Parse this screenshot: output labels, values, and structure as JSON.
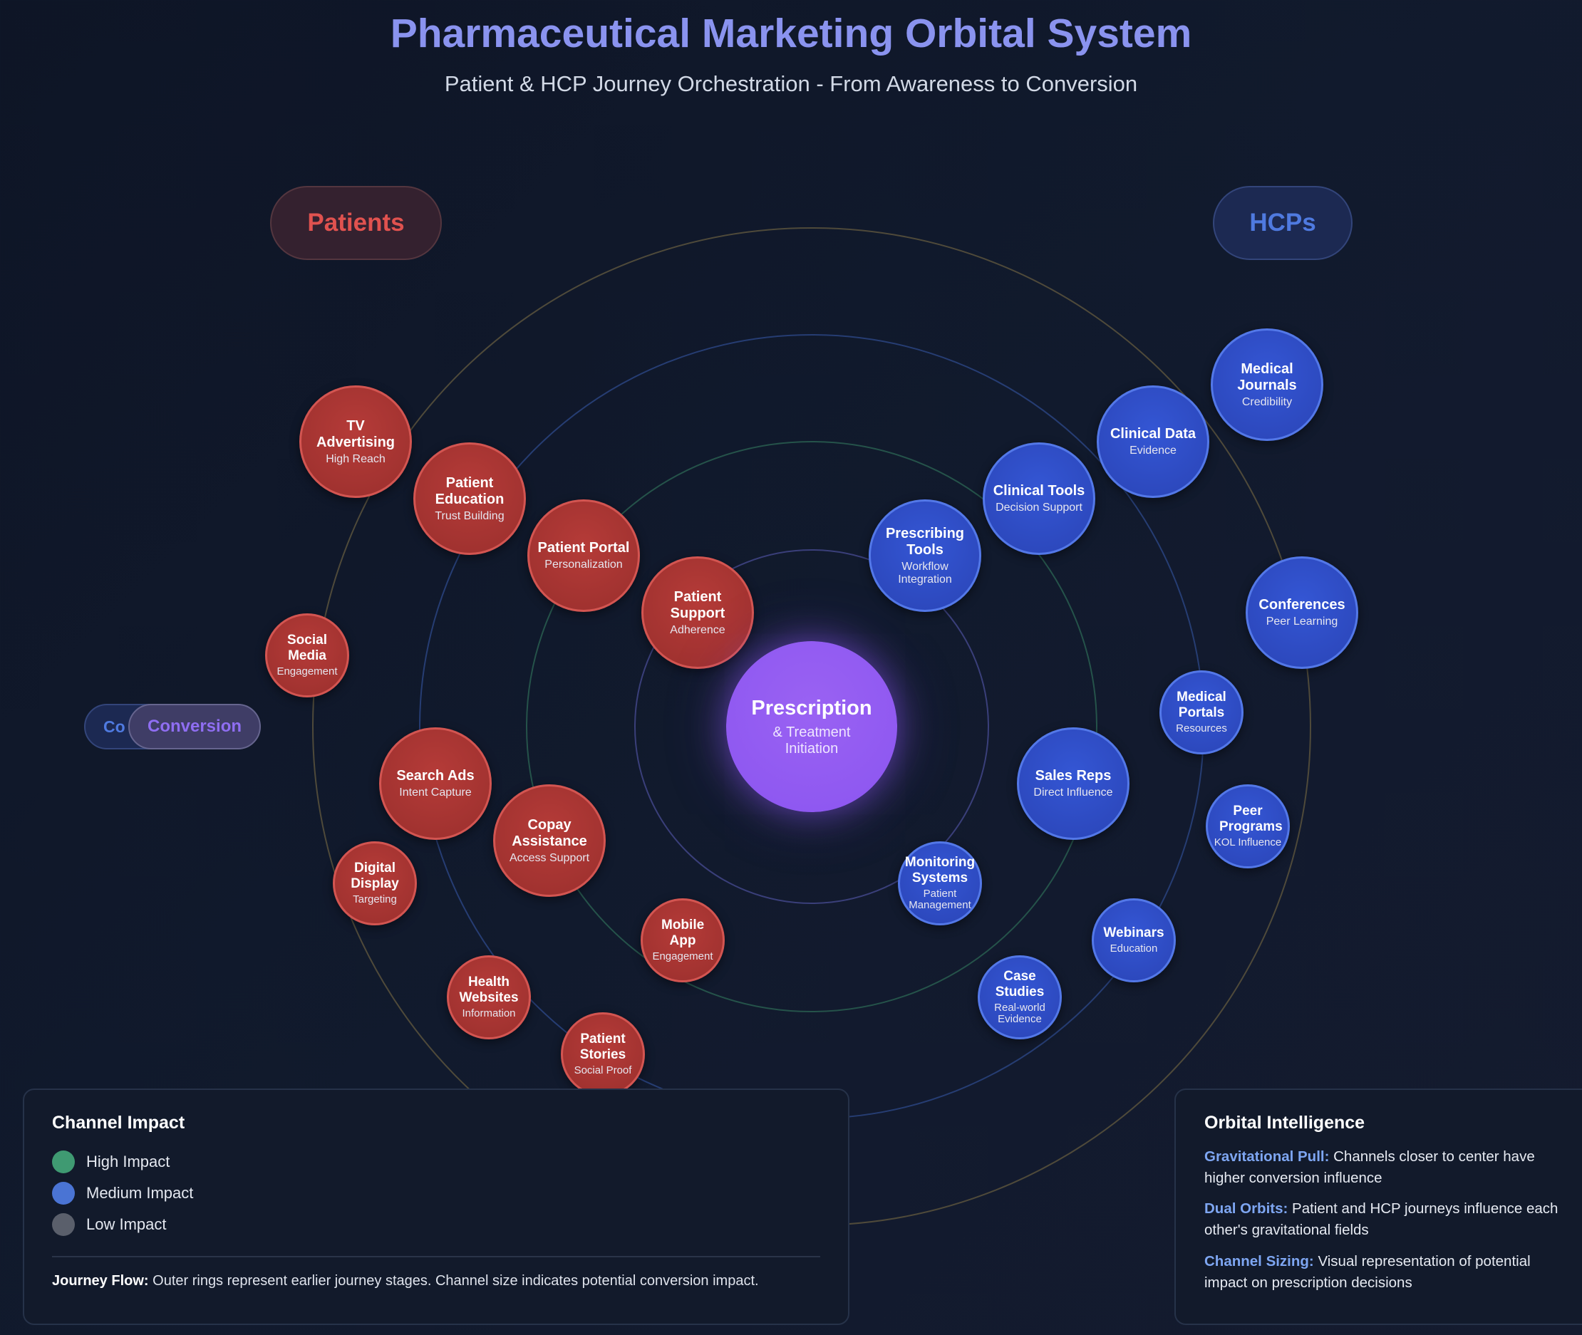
{
  "header": {
    "title": "Pharmaceutical Marketing Orbital System",
    "subtitle": "Patient & HCP Journey Orchestration - From Awareness to Conversion"
  },
  "labels": {
    "patients": "Patients",
    "hcps": "HCPs",
    "conversion_back": "Co",
    "conversion": "Conversion"
  },
  "center": {
    "title": "Prescription",
    "subtitle": "& Treatment Initiation"
  },
  "patient_channels": [
    {
      "name": "TV Advertising",
      "sub": "High Reach"
    },
    {
      "name": "Patient Education",
      "sub": "Trust Building"
    },
    {
      "name": "Patient Portal",
      "sub": "Personalization"
    },
    {
      "name": "Patient Support",
      "sub": "Adherence"
    },
    {
      "name": "Social Media",
      "sub": "Engagement"
    },
    {
      "name": "Search Ads",
      "sub": "Intent Capture"
    },
    {
      "name": "Copay Assistance",
      "sub": "Access Support"
    },
    {
      "name": "Digital Display",
      "sub": "Targeting"
    },
    {
      "name": "Mobile App",
      "sub": "Engagement"
    },
    {
      "name": "Health Websites",
      "sub": "Information"
    },
    {
      "name": "Patient Stories",
      "sub": "Social Proof"
    }
  ],
  "hcp_channels": [
    {
      "name": "Medical Journals",
      "sub": "Credibility"
    },
    {
      "name": "Clinical Data",
      "sub": "Evidence"
    },
    {
      "name": "Clinical Tools",
      "sub": "Decision Support"
    },
    {
      "name": "Prescribing Tools",
      "sub": "Workflow Integration"
    },
    {
      "name": "Conferences",
      "sub": "Peer Learning"
    },
    {
      "name": "Medical Portals",
      "sub": "Resources"
    },
    {
      "name": "Sales Reps",
      "sub": "Direct Influence"
    },
    {
      "name": "Peer Programs",
      "sub": "KOL Influence"
    },
    {
      "name": "Monitoring Systems",
      "sub": "Patient Management"
    },
    {
      "name": "Webinars",
      "sub": "Education"
    },
    {
      "name": "Case Studies",
      "sub": "Real-world Evidence"
    }
  ],
  "legend": {
    "title": "Channel Impact",
    "items": [
      {
        "label": "High Impact",
        "color": "#3f9a72"
      },
      {
        "label": "Medium Impact",
        "color": "#4a74d4"
      },
      {
        "label": "Low Impact",
        "color": "#5a5f6b"
      }
    ],
    "journey_label": "Journey Flow:",
    "journey_text": " Outer rings represent earlier journey stages. Channel size indicates potential conversion impact."
  },
  "intelligence": {
    "title": "Orbital Intelligence",
    "items": [
      {
        "label": "Gravitational Pull:",
        "text": " Channels closer to center have higher conversion influence"
      },
      {
        "label": "Dual Orbits:",
        "text": " Patient and HCP journeys influence each other's gravitational fields"
      },
      {
        "label": "Channel Sizing:",
        "text": " Visual representation of potential impact on prescription decisions"
      }
    ]
  },
  "colors": {
    "patient": "#9a2f2d",
    "hcp": "#2a44b6",
    "center": "#8b55f0",
    "title": "#8a93ef"
  }
}
